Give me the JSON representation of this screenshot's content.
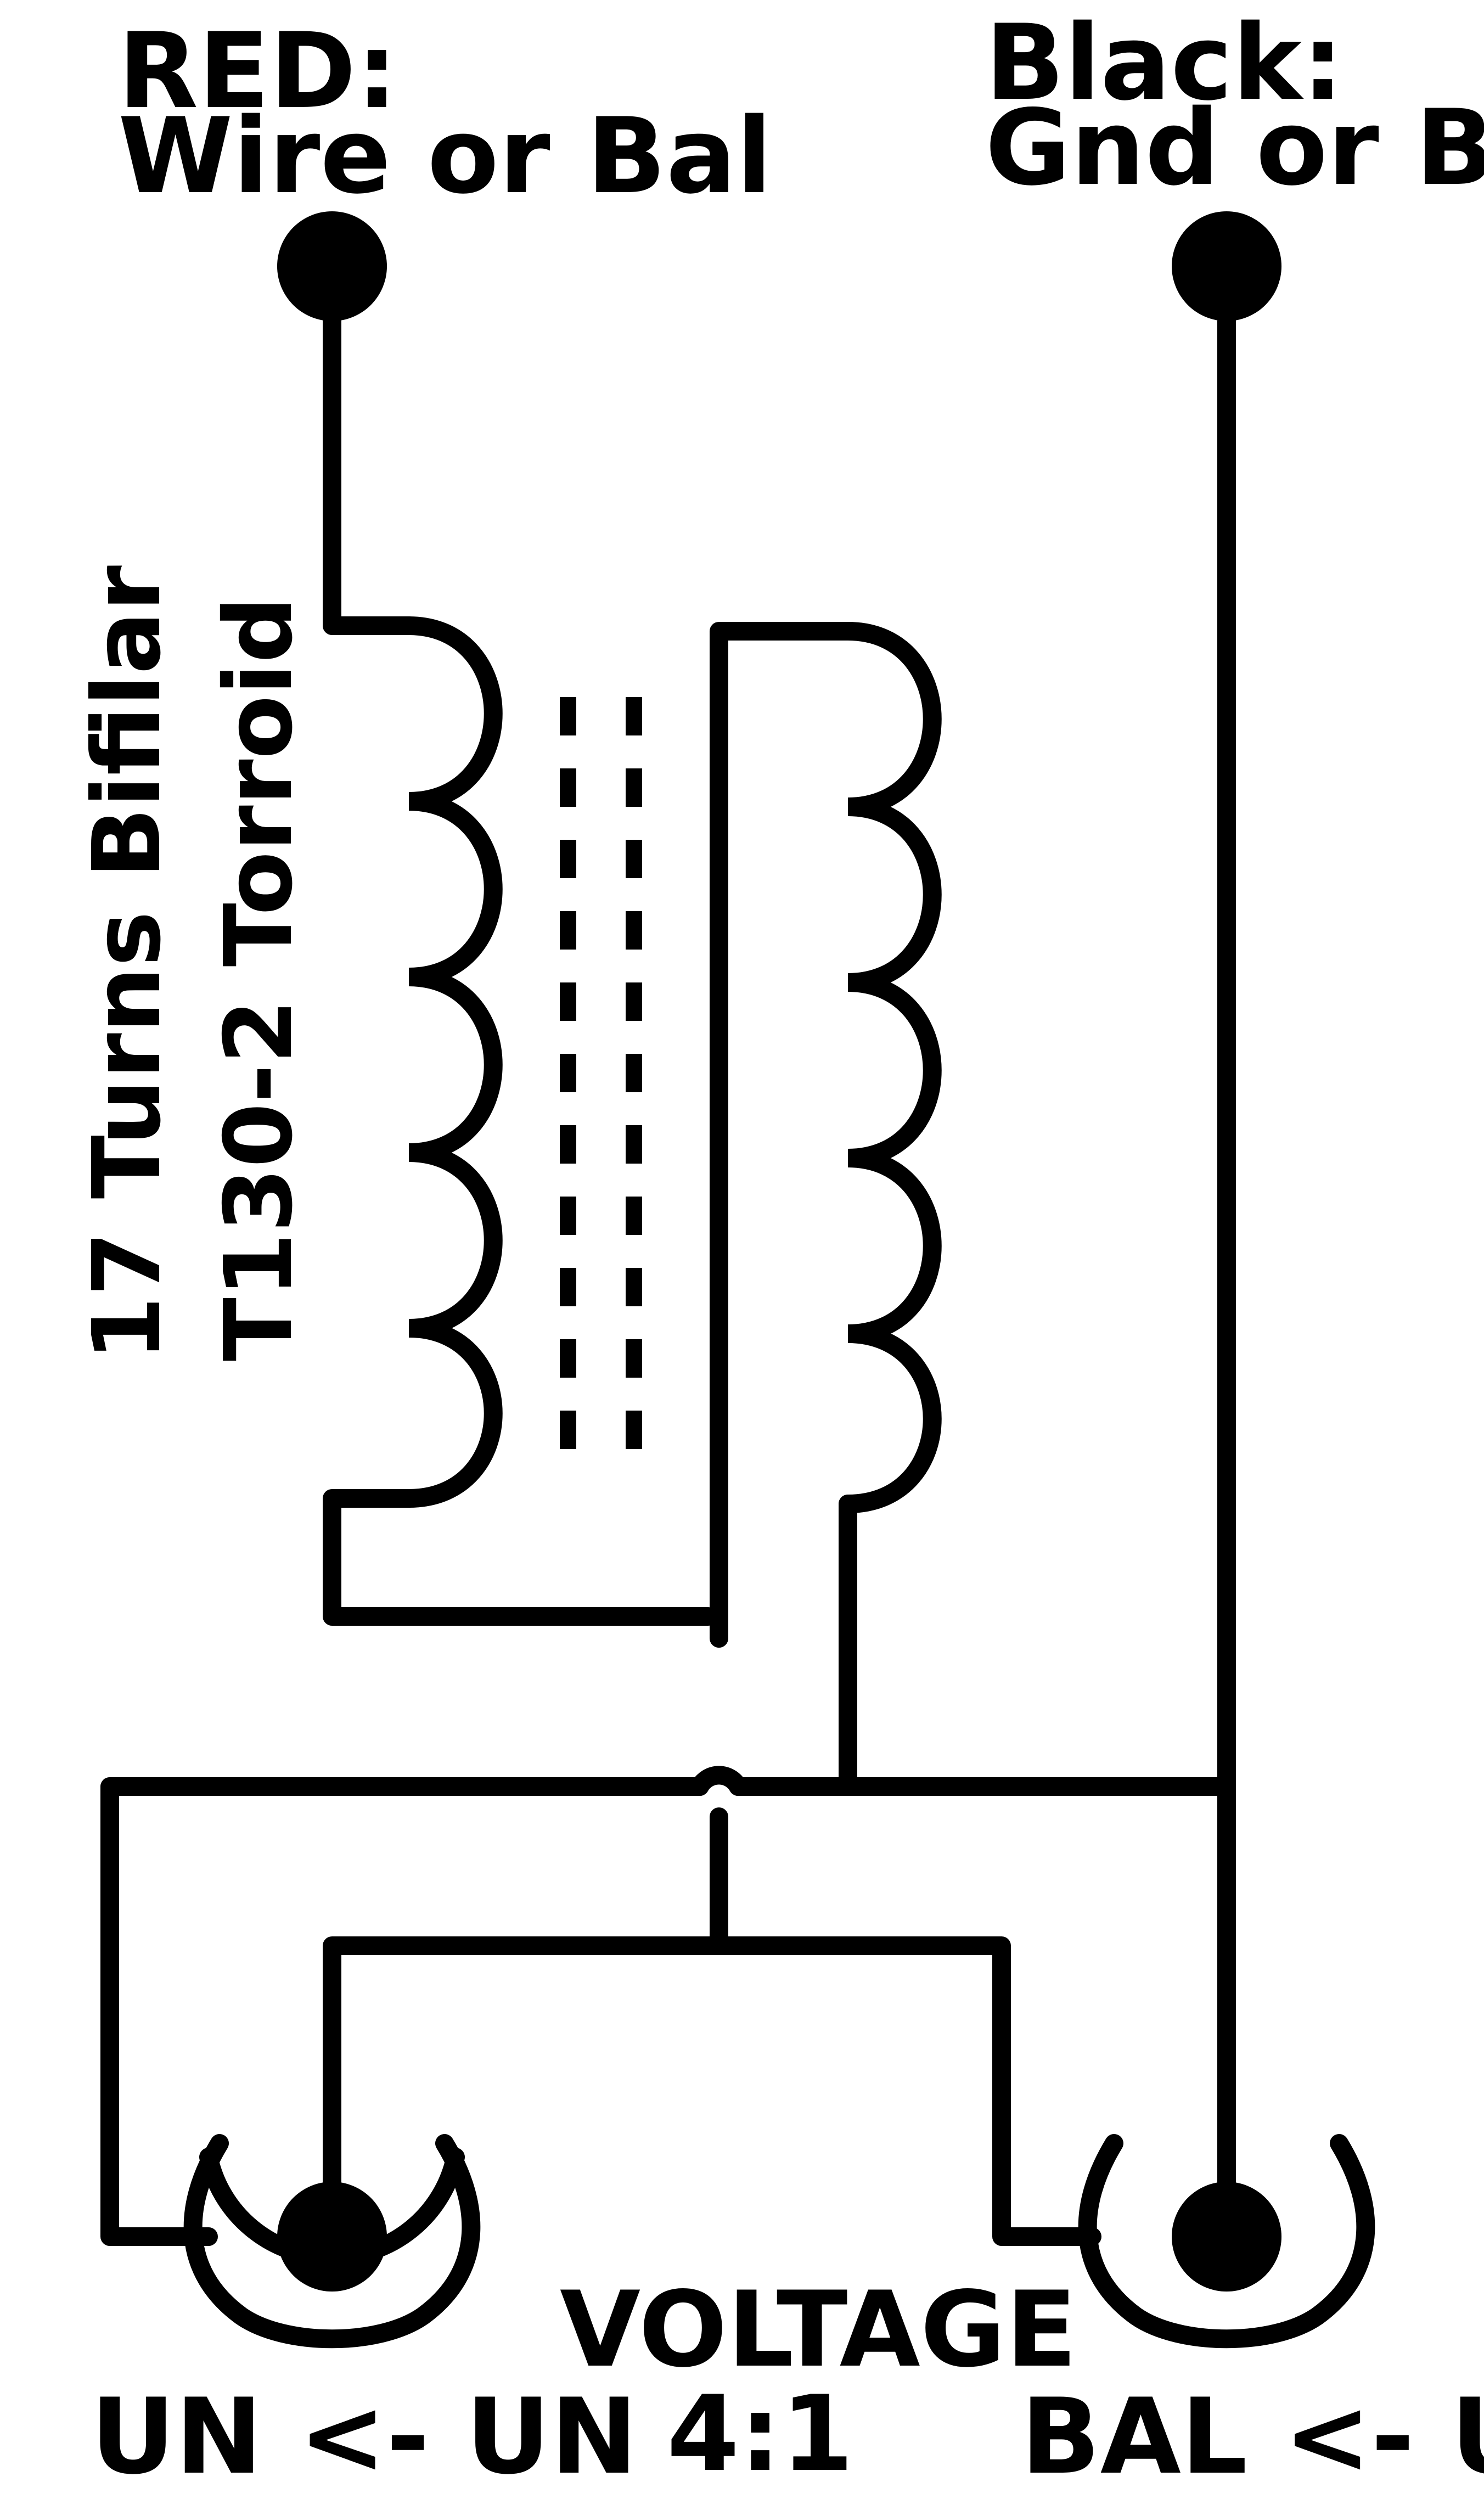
{
  "labels": {
    "red_line1": "RED:",
    "red_line2": "Wire or Bal",
    "black_line1": "Black:",
    "black_line2": "Gnd or Bal",
    "turns": "17 Turns Bifilar",
    "core": "T130-2 Torroid",
    "voltage": "VOLTAGE",
    "ratio": "4:1",
    "left_connector": "UN <- UN",
    "right_connector": "BAL <- UN"
  }
}
